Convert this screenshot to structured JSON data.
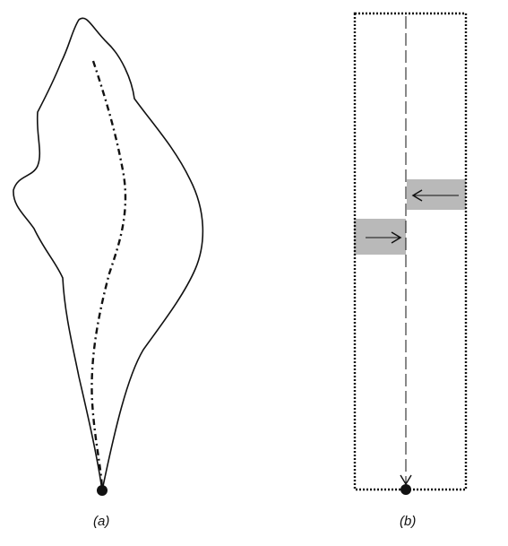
{
  "panels": [
    {
      "id": "a",
      "caption": "(a)"
    },
    {
      "id": "b",
      "caption": "(b)"
    }
  ],
  "colors": {
    "stroke": "#111111",
    "shaded_region": "#b9b9b9",
    "background": "#ffffff"
  },
  "icons": {
    "outlet": "filled-circle",
    "flow_direction": "arrowhead"
  }
}
